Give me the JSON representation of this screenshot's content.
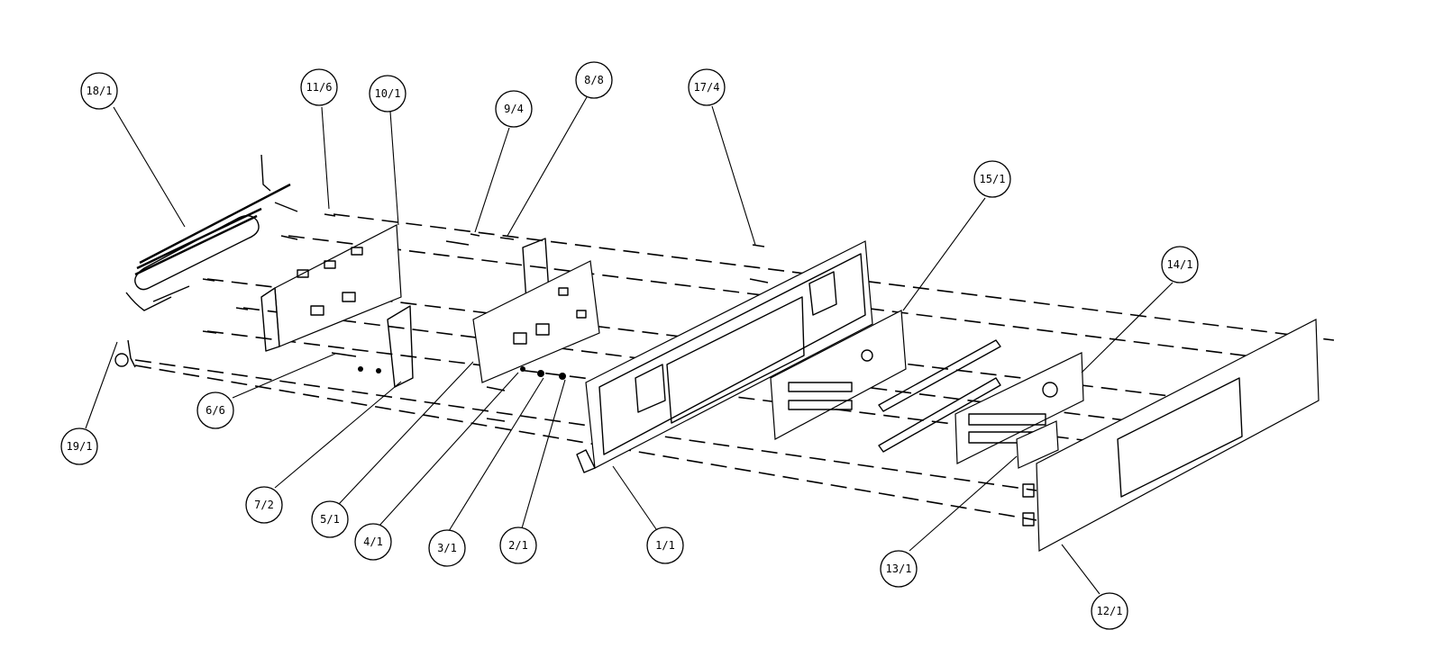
{
  "diagram": {
    "colors": {
      "line": "#000000",
      "background": "#ffffff"
    },
    "callouts": [
      {
        "id": "c18",
        "label": "18/1"
      },
      {
        "id": "c11",
        "label": "11/6"
      },
      {
        "id": "c10",
        "label": "10/1"
      },
      {
        "id": "c9",
        "label": "9/4"
      },
      {
        "id": "c8",
        "label": "8/8"
      },
      {
        "id": "c17",
        "label": "17/4"
      },
      {
        "id": "c15",
        "label": "15/1"
      },
      {
        "id": "c14",
        "label": "14/1"
      },
      {
        "id": "c19",
        "label": "19/1"
      },
      {
        "id": "c6",
        "label": "6/6"
      },
      {
        "id": "c7",
        "label": "7/2"
      },
      {
        "id": "c5",
        "label": "5/1"
      },
      {
        "id": "c4",
        "label": "4/1"
      },
      {
        "id": "c3",
        "label": "3/1"
      },
      {
        "id": "c2",
        "label": "2/1"
      },
      {
        "id": "c1",
        "label": "1/1"
      },
      {
        "id": "c13",
        "label": "13/1"
      },
      {
        "id": "c12",
        "label": "12/1"
      }
    ]
  }
}
